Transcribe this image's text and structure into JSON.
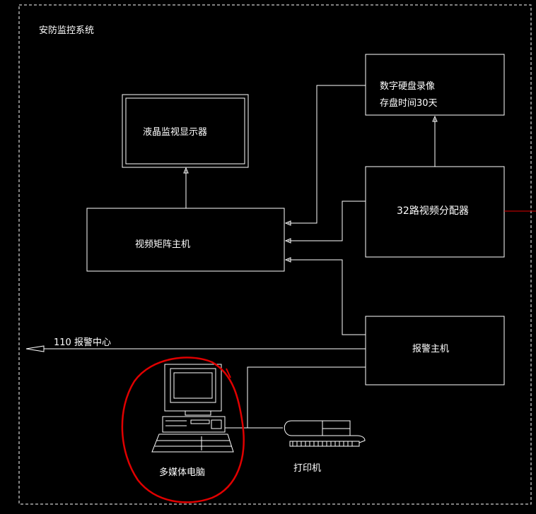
{
  "diagram": {
    "title": "安防监控系统",
    "nodes": {
      "dvr_line1": "数字硬盘录像",
      "dvr_line2": "存盘时间30天",
      "monitor": "液晶监视显示器",
      "matrix": "视频矩阵主机",
      "distributor": "32路视频分配器",
      "alarm_host": "报警主机",
      "alarm_center": "110 报警中心",
      "pc": "多媒体电脑",
      "printer": "打印机"
    },
    "colors": {
      "background": "#000000",
      "line": "#ffffff",
      "highlight": "#e00000"
    },
    "icons": [
      "computer-icon",
      "printer-icon"
    ]
  }
}
